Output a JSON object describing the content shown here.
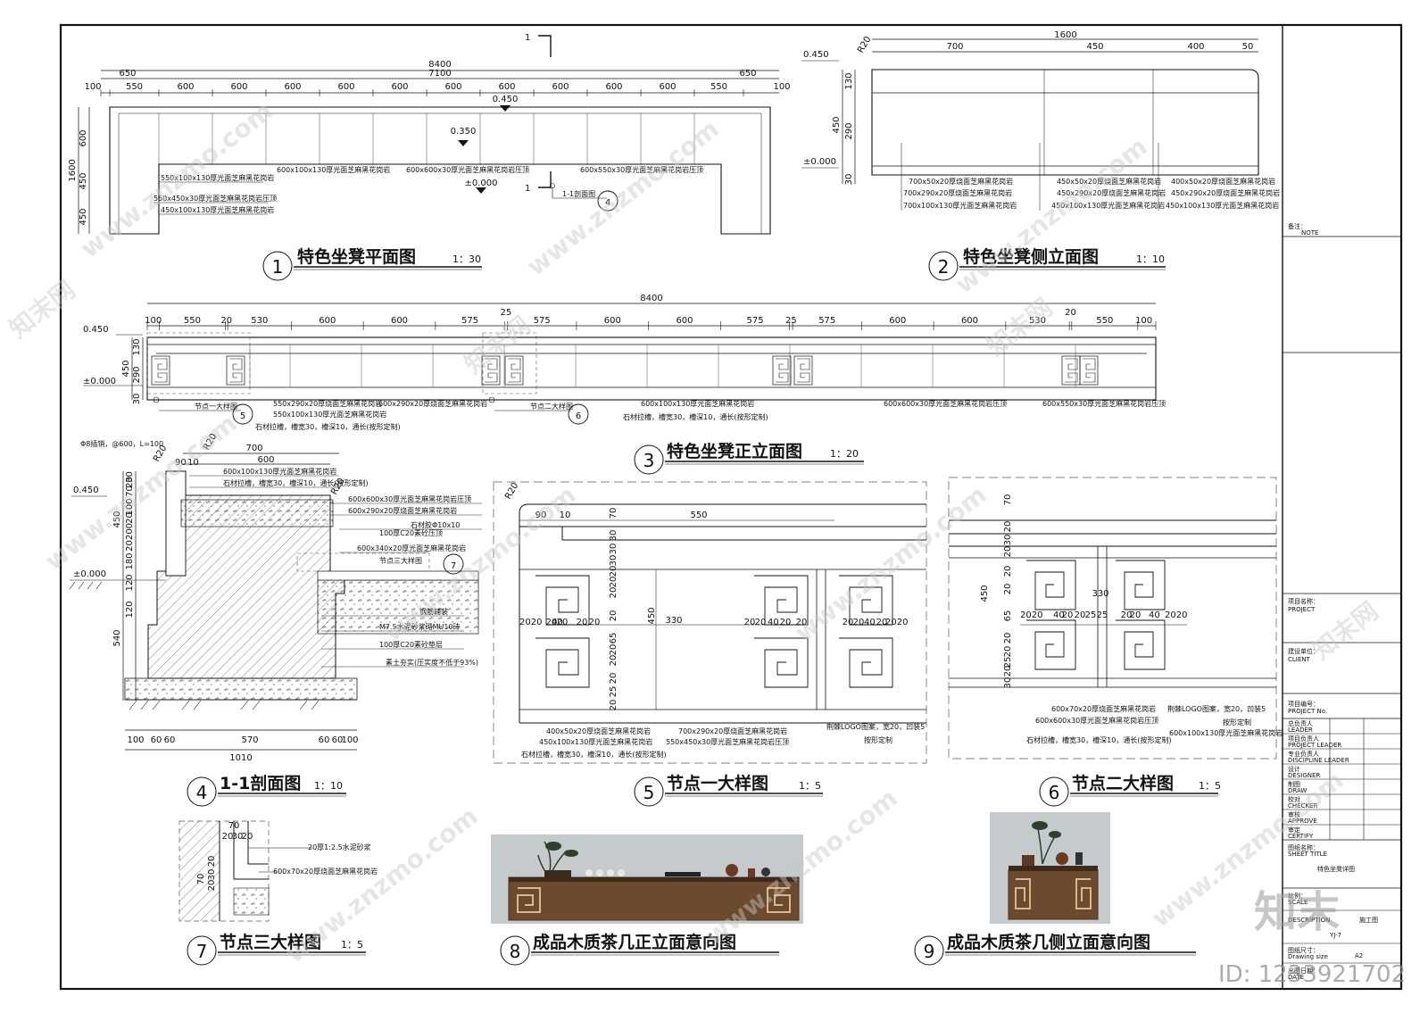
{
  "drawings": {
    "d1": {
      "num": "1",
      "title": "特色坐凳平面图",
      "scale": "1：30"
    },
    "d2": {
      "num": "2",
      "title": "特色坐凳侧立面图",
      "scale": "1：10"
    },
    "d3": {
      "num": "3",
      "title": "特色坐凳正立面图",
      "scale": "1：20"
    },
    "d4": {
      "num": "4",
      "title": "1-1剖面图",
      "scale": "1：10"
    },
    "d5": {
      "num": "5",
      "title": "节点一大样图",
      "scale": "1：5"
    },
    "d6": {
      "num": "6",
      "title": "节点二大样图",
      "scale": "1：5"
    },
    "d7": {
      "num": "7",
      "title": "节点三大样图",
      "scale": "1：5"
    },
    "d8": {
      "num": "8",
      "title": "成品木质茶几正立面意向图",
      "scale": ""
    },
    "d9": {
      "num": "9",
      "title": "成品木质茶几侧立面意向图",
      "scale": ""
    }
  },
  "plan": {
    "total": "8400",
    "inner": "7100",
    "end": "650",
    "edge": "100",
    "segments": [
      "550",
      "600",
      "600",
      "600",
      "600",
      "600",
      "600",
      "600",
      "600",
      "600",
      "600",
      "550"
    ],
    "left_dims": [
      "1600",
      "600",
      "450",
      "450"
    ],
    "levels": [
      "0.450",
      "0.350",
      "±0.000"
    ],
    "section_mark": "1",
    "section_ref": "1-1剖面图",
    "labels": [
      "550x100x130厚光面芝麻黑花岗岩",
      "550x450x30厚光面芝麻黑花岗岩压顶",
      "450x100x130厚光面芝麻黑花岗岩",
      "600x100x130厚光面芝麻黑花岗岩",
      "600x600x30厚光面芝麻黑花岗岩压顶",
      "600x550x30厚光面芝麻黑花岗岩压顶"
    ]
  },
  "side": {
    "total": "1600",
    "segs": [
      "700",
      "450",
      "400",
      "50"
    ],
    "r": "R20",
    "left_dims": [
      "130",
      "450",
      "290",
      "30"
    ],
    "levels": [
      "0.450",
      "±0.000"
    ],
    "labels": [
      "700x50x20厚烧面芝麻黑花岗岩",
      "700x290x20厚烧面芝麻黑花岗岩",
      "700x100x130厚光面芝麻黑花岗岩",
      "450x50x20厚烧面芝麻黑花岗岩",
      "450x290x20厚烧面芝麻黑花岗岩",
      "450x100x130厚光面芝麻黑花岗岩",
      "400x50x20厚烧面芝麻黑花岗岩",
      "450x290x20厚烧面芝麻黑花岗岩",
      "450x100x130厚光面芝麻黑花岗岩"
    ]
  },
  "front": {
    "total": "8400",
    "segs": [
      "100",
      "550",
      "20",
      "530",
      "600",
      "600",
      "575",
      "25",
      "575",
      "600",
      "600",
      "575",
      "25",
      "575",
      "600",
      "600",
      "530",
      "20",
      "550",
      "100"
    ],
    "left_dims": [
      "130",
      "450",
      "290",
      "30"
    ],
    "levels": [
      "0.450",
      "±0.000"
    ],
    "node1": "节点一大样图",
    "node2": "节点二大样图",
    "labels": [
      "550x290x20厚烧面芝麻黑花岗岩",
      "550x100x130厚光面芝麻黑花岗岩",
      "石材拉槽，槽宽30，槽深10，通长(按形定制)",
      "600x290x20厚烧面芝麻黑花岗岩",
      "600x100x130厚光面芝麻黑花岗岩",
      "石材拉槽，槽宽30，槽深10，通长(按形定制)",
      "600x600x30厚光面芝麻黑花岗岩压顶",
      "600x550x30厚光面芝麻黑花岗岩压顶"
    ]
  },
  "section": {
    "top_note": "Φ8插销，@600，L=100",
    "dims_top": [
      "700",
      "600",
      "90",
      "10",
      "R20",
      "R20",
      "R20"
    ],
    "left_dims": [
      "30",
      "20",
      "70",
      "100",
      "20",
      "200",
      "20",
      "180",
      "120",
      "120",
      "540",
      "450"
    ],
    "levels": [
      "0.450",
      "±0.000"
    ],
    "bottom_dims": [
      "100",
      "60",
      "60",
      "570",
      "60",
      "60",
      "100",
      "1010"
    ],
    "labels": [
      "600x100x130厚光面芝麻黑花岗岩",
      "石材拉槽，槽宽30，槽深10，通长(按形定制)",
      "600x600x30厚光面芝麻黑花岗岩压顶",
      "600x290x20厚烧面芝麻黑花岗岩",
      "石材胶Φ10x10",
      "100厚C20素砼压顶",
      "600x340x20厚光面芝麻黑花岗岩",
      "节点三大样图",
      "钢筋铺装",
      "M7.5水泥砂浆砌MU10砖",
      "100厚C20素砼垫层",
      "素土夯实(压实度不低于93%)"
    ]
  },
  "node1": {
    "dims": [
      "R20",
      "90",
      "10",
      "550",
      "70",
      "30",
      "30",
      "30",
      "20",
      "20",
      "20",
      "20",
      "65",
      "20",
      "20",
      "20",
      "25",
      "20",
      "330",
      "2020",
      "20",
      "40",
      "20",
      "20",
      "40",
      "20",
      "2020"
    ],
    "labels": [
      "400x50x20厚烧面芝麻黑花岗岩",
      "450x100x130厚光面芝麻黑花岗岩",
      "石材拉槽，槽宽30，槽深10，通长(按形定制)",
      "700x290x20厚烧面芝麻黑花岗岩",
      "550x450x30厚光面芝麻黑花岗岩压顶",
      "荆棘LOGO图案，宽20，凹装5",
      "按形定制"
    ]
  },
  "node2": {
    "dims": [
      "70",
      "20",
      "30",
      "20",
      "20",
      "20",
      "65",
      "20",
      "20",
      "25",
      "20",
      "30",
      "450",
      "330",
      "2020",
      "40",
      "20",
      "20",
      "25",
      "25",
      "20",
      "40",
      "2020"
    ],
    "labels": [
      "600x70x20厚烧面芝麻黑花岗岩",
      "600x600x30厚光面芝麻黑花岗岩压顶",
      "石材拉槽，槽宽30，槽深10，通长(按形定制)",
      "荆棘LOGO图案，宽20，凹装5",
      "按形定制",
      "600x100x130厚光面芝麻黑花岗岩"
    ]
  },
  "node3": {
    "dims": [
      "70",
      "20",
      "30",
      "20",
      "20",
      "30",
      "20",
      "70"
    ],
    "labels": [
      "20厚1:2.5水泥砂浆",
      "600x70x20厚烧面芝麻黑花岗岩"
    ]
  },
  "titleblock": {
    "note_cn": "备注：",
    "note_en": "NOTE",
    "project_cn": "项目名称：",
    "project_en": "PROJECT",
    "client_cn": "建设单位：",
    "client_en": "CLIENT",
    "projno_cn": "项目编号：",
    "projno_en": "PROJECT No.",
    "roles": [
      {
        "cn": "总负责人",
        "en": "LEADER"
      },
      {
        "cn": "项目负责人",
        "en": "PROJECT LEADER"
      },
      {
        "cn": "专业负责人",
        "en": "DISCIPLINE LEADER"
      },
      {
        "cn": "设计",
        "en": "DESIGNER"
      },
      {
        "cn": "制图",
        "en": "DRAW"
      },
      {
        "cn": "校对",
        "en": "CHECKER"
      },
      {
        "cn": "审核",
        "en": "APPROVE"
      },
      {
        "cn": "审定",
        "en": "CERTIFY"
      }
    ],
    "sheet_title_cn": "图纸名称：",
    "sheet_title_en": "SHEET TITLE",
    "sheet_title": "特色坐凳详图",
    "scale_cn": "比例：",
    "scale_en": "SCALE",
    "desc_en": "DESCRIPTION",
    "desc": "施工图",
    "sheetno": "YJ-7",
    "size_cn": "图纸尺寸：",
    "size_en": "Drawing size",
    "size": "A2",
    "date_cn": "出图日期：",
    "date_en": "DATE"
  },
  "watermark": {
    "text": "www.znzmo.com",
    "brand": "知末",
    "id": "ID: 1233921702",
    "site": "知末网"
  }
}
